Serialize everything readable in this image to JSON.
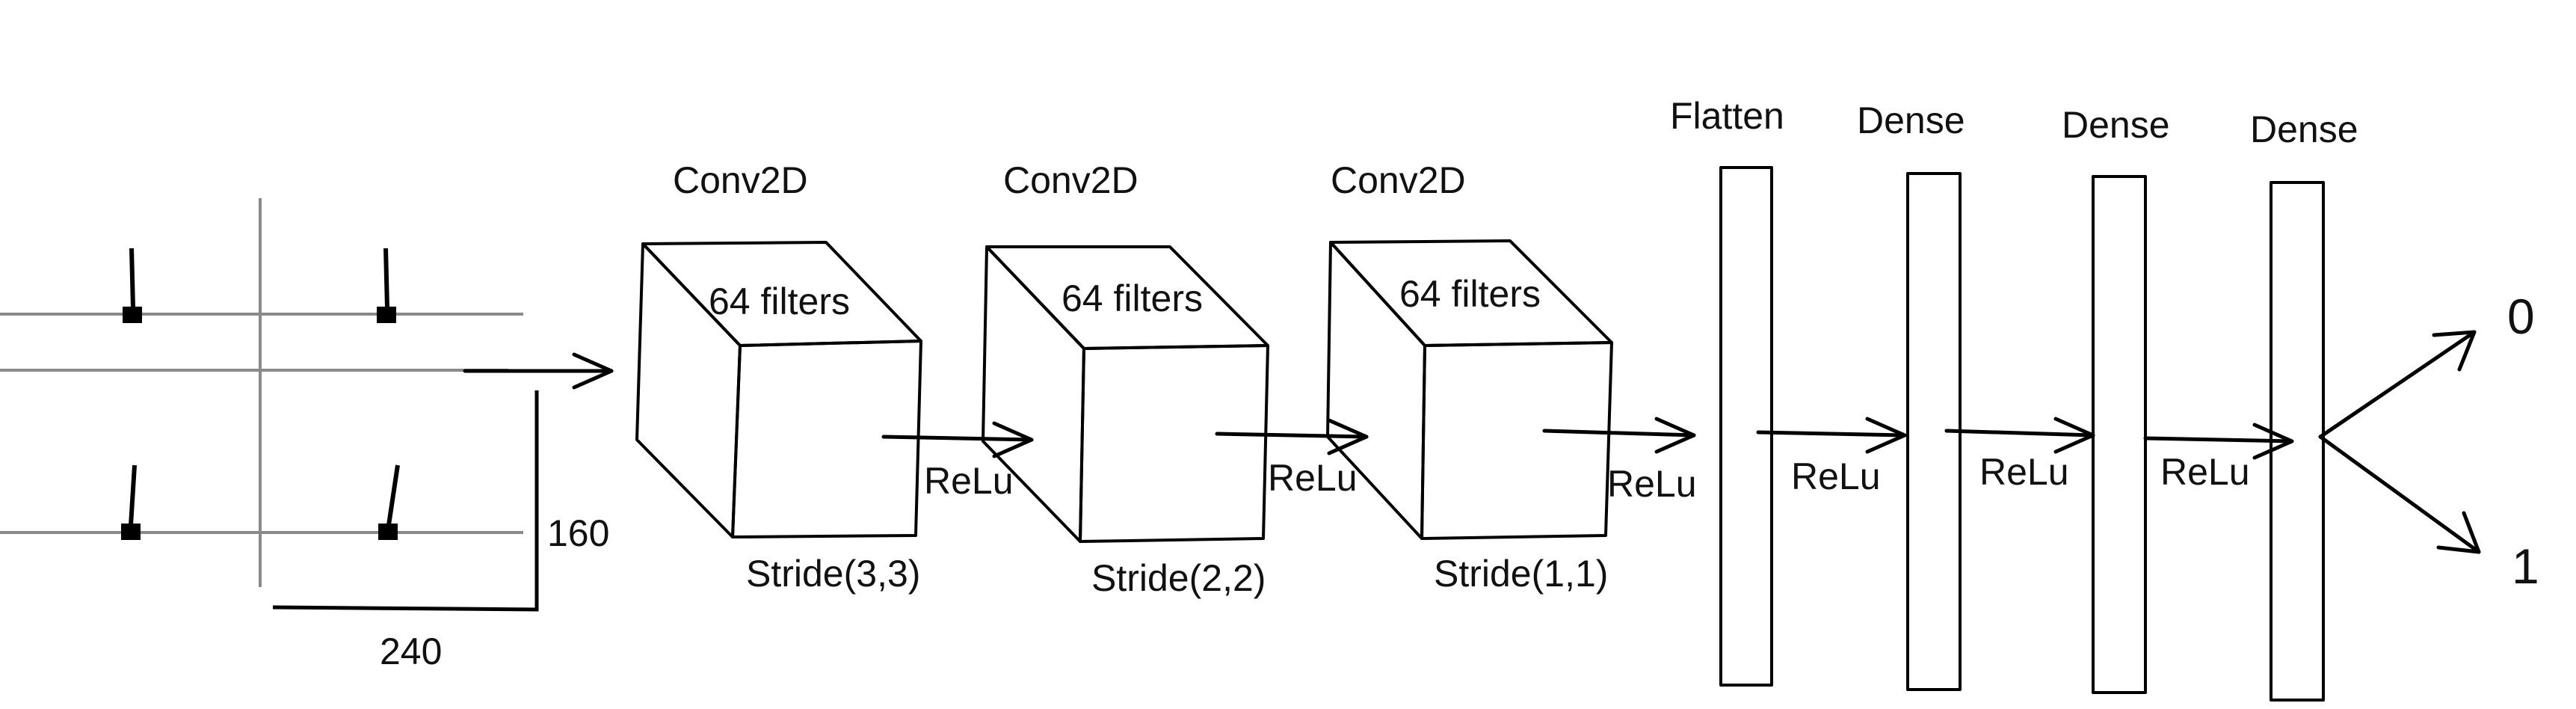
{
  "input": {
    "height_label": "160",
    "width_label": "240"
  },
  "conv_layers": [
    {
      "type": "Conv2D",
      "filters": "64 filters",
      "stride": "Stride(3,3)",
      "activation": "ReLu"
    },
    {
      "type": "Conv2D",
      "filters": "64 filters",
      "stride": "Stride(2,2)",
      "activation": "ReLu"
    },
    {
      "type": "Conv2D",
      "filters": "64 filters",
      "stride": "Stride(1,1)",
      "activation": "ReLu"
    }
  ],
  "flatten": {
    "label": "Flatten",
    "activation": "ReLu"
  },
  "dense_layers": [
    {
      "label": "Dense",
      "activation": "ReLu"
    },
    {
      "label": "Dense",
      "activation": "ReLu"
    },
    {
      "label": "Dense"
    }
  ],
  "outputs": [
    "0",
    "1"
  ]
}
